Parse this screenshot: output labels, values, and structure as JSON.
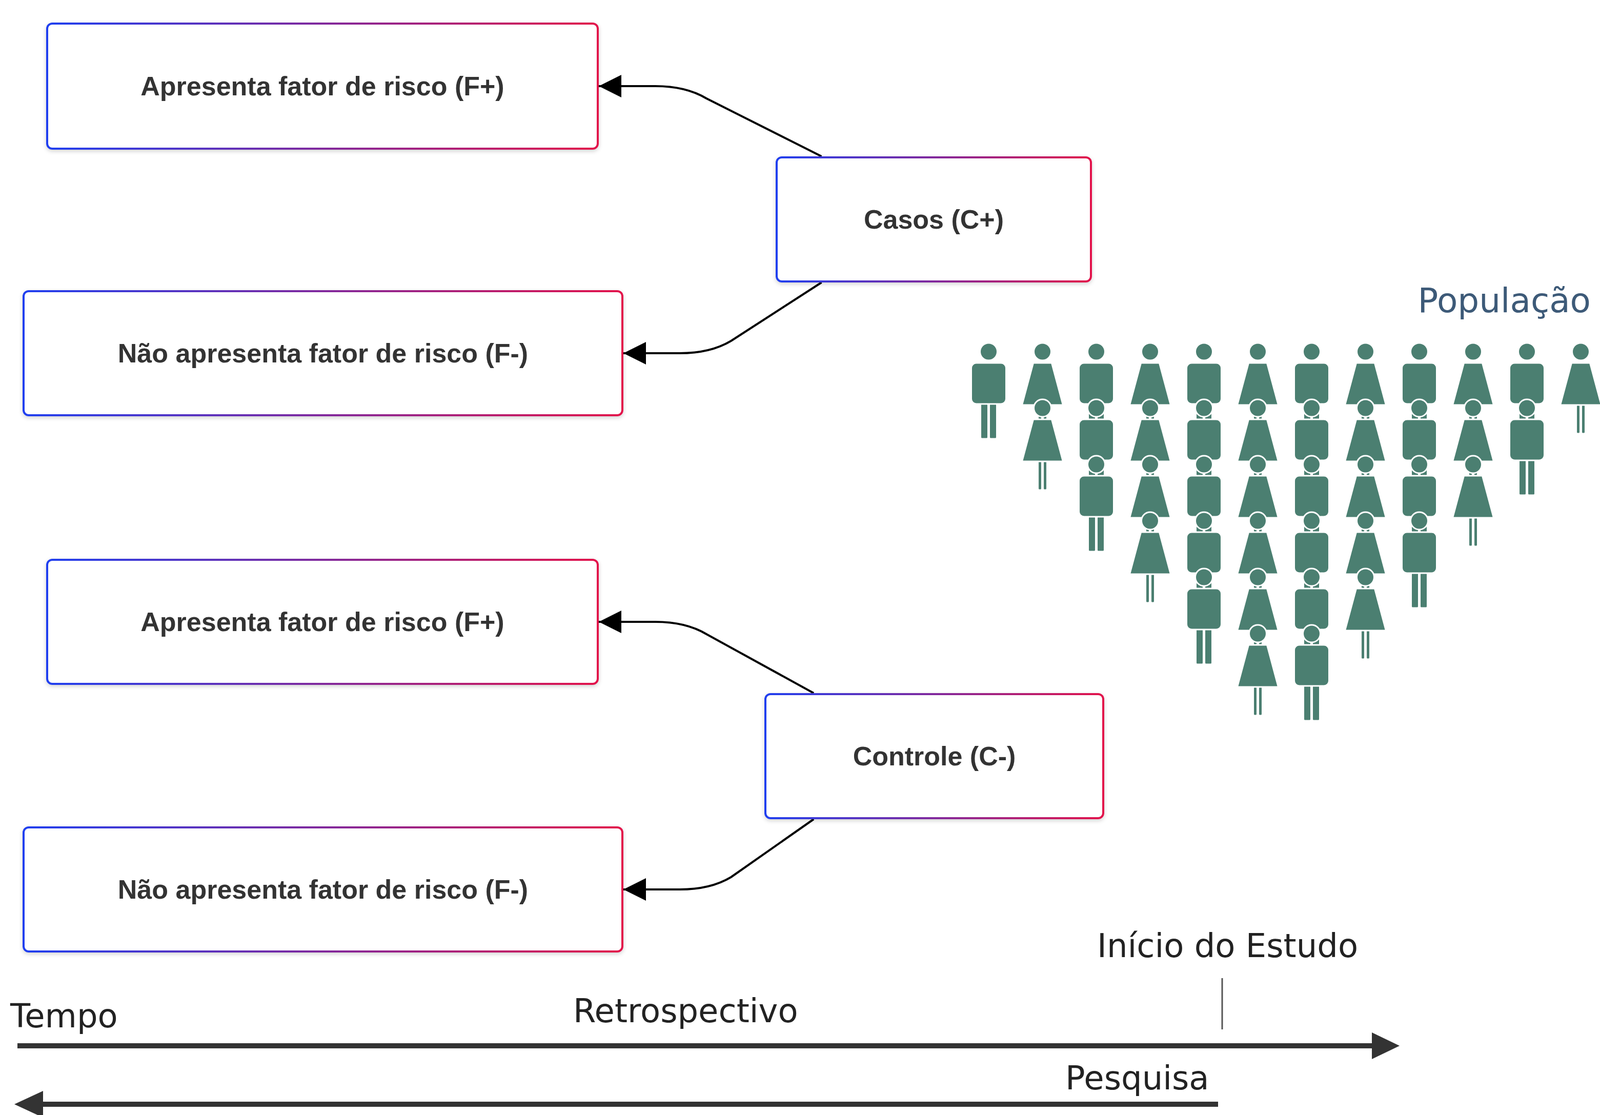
{
  "diagram": {
    "nodes": [
      {
        "text": [
          "Apresenta fator de risco (F+)"
        ]
      },
      {
        "text": [
          "Casos (C+)"
        ]
      },
      {
        "text": [
          "Não apresenta fator de risco (F-)"
        ]
      },
      {
        "text": [
          "Apresenta fator de risco (F+)"
        ]
      },
      {
        "text": [
          "Controle (C-)"
        ]
      },
      {
        "text": [
          "Não apresenta fator de risco (F-)"
        ]
      }
    ],
    "edges": [
      {
        "from": 1,
        "to": 0,
        "arrow": "to"
      },
      {
        "from": 1,
        "to": 2,
        "arrow": "to"
      },
      {
        "from": 4,
        "to": 3,
        "arrow": "to"
      },
      {
        "from": 4,
        "to": 5,
        "arrow": "to"
      }
    ],
    "labels": [
      "População",
      "Início do Estudo",
      "Tempo",
      "Retrospectivo",
      "Pesquisa"
    ]
  }
}
